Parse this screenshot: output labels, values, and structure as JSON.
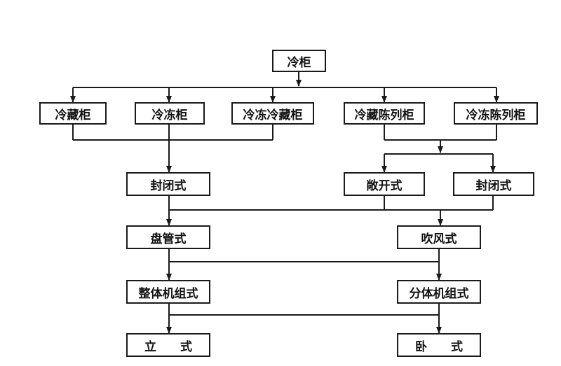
{
  "diagram": {
    "root": "冷柜",
    "types": [
      "冷藏柜",
      "冷冻柜",
      "冷冻冷藏柜",
      "冷藏陈列柜",
      "冷冻陈列柜"
    ],
    "left_enclosure": "封闭式",
    "right_enclosures": [
      "敞开式",
      "封闭式"
    ],
    "evaporator": [
      "盘管式",
      "吹风式"
    ],
    "unit_type": [
      "整体机组式",
      "分体机组式"
    ],
    "form": [
      "立  式",
      "卧  式"
    ]
  },
  "colors": {
    "line": "#1a1a1a",
    "box_border": "#1a1a1a",
    "text": "#111111"
  }
}
